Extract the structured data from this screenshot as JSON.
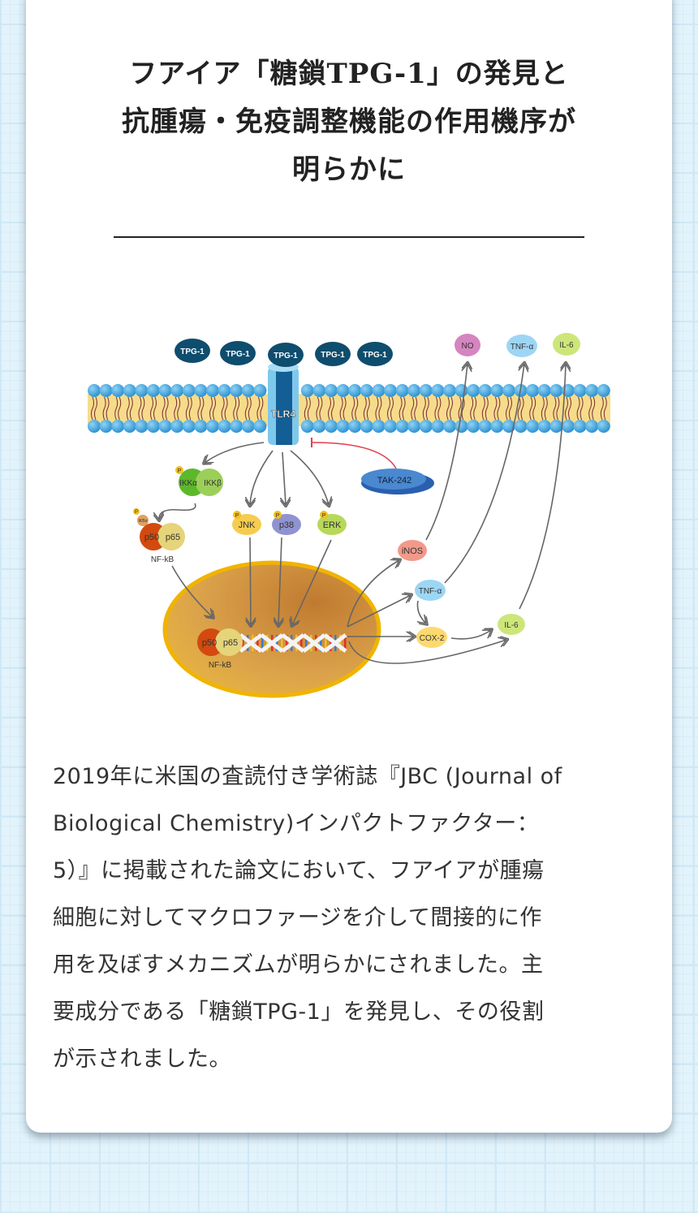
{
  "title": {
    "lines": [
      "フアイア「糖鎖TPG-1」の発見と",
      "抗腫瘍・免疫調整機能の作用機序が",
      "明らかに"
    ]
  },
  "diagram": {
    "tpg": [
      "TPG-1",
      "TPG-1",
      "TPG-1",
      "TPG-1",
      "TPG-1"
    ],
    "receptor": "TLR4",
    "inhibitor": "TAK-242",
    "ikk_a": "IKKα",
    "ikk_b": "IKKβ",
    "ikb": "IKBα",
    "p": "P",
    "p50": "p50",
    "p65": "p65",
    "nfkb": "NF-kB",
    "jnk": "JNK",
    "p38": "p38",
    "erk": "ERK",
    "inos": "iNOS",
    "tnf": "TNF-α",
    "cox2": "COX-2",
    "il6": "IL-6",
    "out_no": "NO",
    "out_tnf": "TNF-α",
    "out_il6": "IL-6"
  },
  "body": {
    "lines": [
      "2019年に米国の査読付き学術誌『JBC (Journal of",
      "Biological Chemistry)インパクトファクター：",
      "5）』に掲載された論文において、フアイアが腫瘍",
      "細胞に対してマクロファージを介して間接的に作",
      "用を及ぼすメカニズムが明らかにされました。主",
      "要成分である「糖鎖TPG-1」を発見し、その役割",
      "が示されました。"
    ]
  }
}
